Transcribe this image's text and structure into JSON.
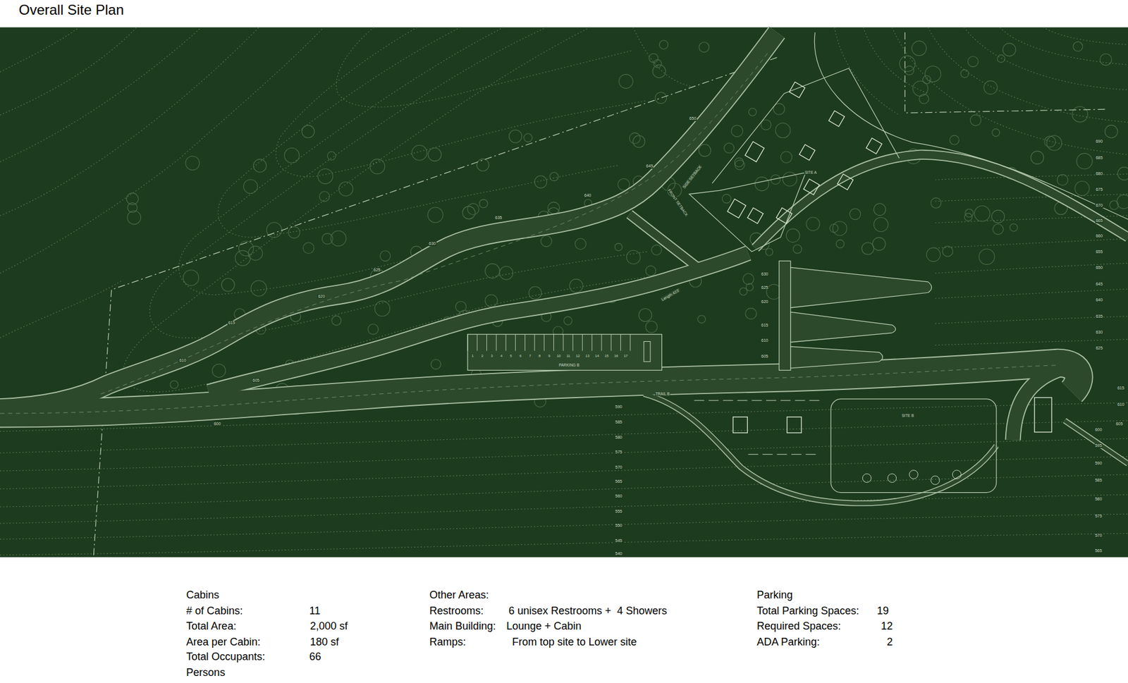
{
  "diagram": {
    "title": "Overall Site Plan",
    "labels": [
      "SIDE SETBACK",
      "FRONT SETBACK",
      "SITE A",
      "Length 423'",
      "PARKING B",
      "1",
      "2",
      "3",
      "4",
      "5",
      "6",
      "7",
      "8",
      "9",
      "10",
      "11",
      "12",
      "13",
      "14",
      "15",
      "16",
      "17",
      "TRAIL B",
      "SITE B",
      "690",
      "685",
      "680",
      "675",
      "670",
      "665",
      "660",
      "655",
      "650",
      "645",
      "640",
      "635",
      "630",
      "625",
      "615",
      "610",
      "605",
      "600",
      "595",
      "590",
      "585",
      "580",
      "575",
      "570",
      "565",
      "590",
      "585",
      "580",
      "575",
      "570",
      "565",
      "560",
      "555",
      "550",
      "545",
      "540",
      "630",
      "625",
      "620",
      "615",
      "610",
      "605",
      "650",
      "645",
      "640",
      "635",
      "630",
      "625",
      "620",
      "615",
      "610",
      "605",
      "600",
      "Cabins",
      "# of Cabins:",
      "11",
      "Total Area:",
      "2,000 sf",
      "Area per Cabin:",
      "180 sf",
      "Total Occupants:",
      "66",
      "Persons",
      "Other Areas:",
      "Restrooms:",
      "6 unisex Restrooms +  4 Showers",
      "Main Building:",
      "Lounge + Cabin",
      "Ramps:",
      "From top site to Lower site",
      "Parking",
      "Total Parking Spaces:",
      "19",
      "Required Spaces:",
      "12",
      "ADA Parking:",
      "2"
    ]
  }
}
